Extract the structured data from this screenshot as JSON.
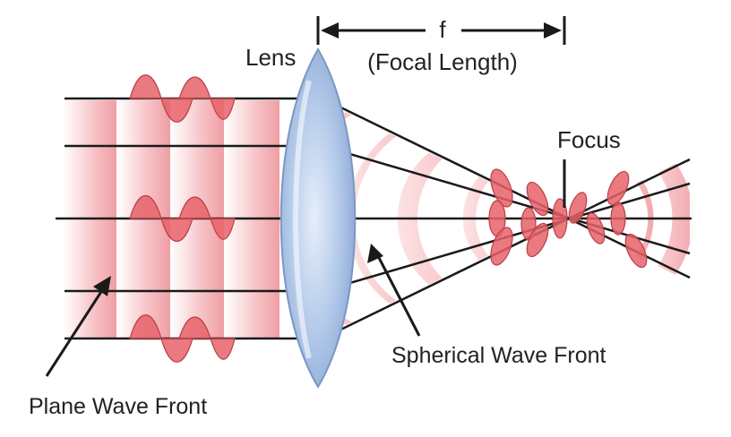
{
  "labels": {
    "lens": "Lens",
    "f_symbol": "f",
    "focal_length": "(Focal Length)",
    "focus": "Focus",
    "spherical_wave_front": "Spherical Wave Front",
    "plane_wave_front": "Plane Wave Front"
  },
  "colors": {
    "wave_fill": "#e8626a",
    "band_fill": "#f4b9bd",
    "lens_fill": "#a9c3e6",
    "lens_edge": "#7b97c2",
    "line": "#1a1a1a",
    "text": "#222222"
  }
}
